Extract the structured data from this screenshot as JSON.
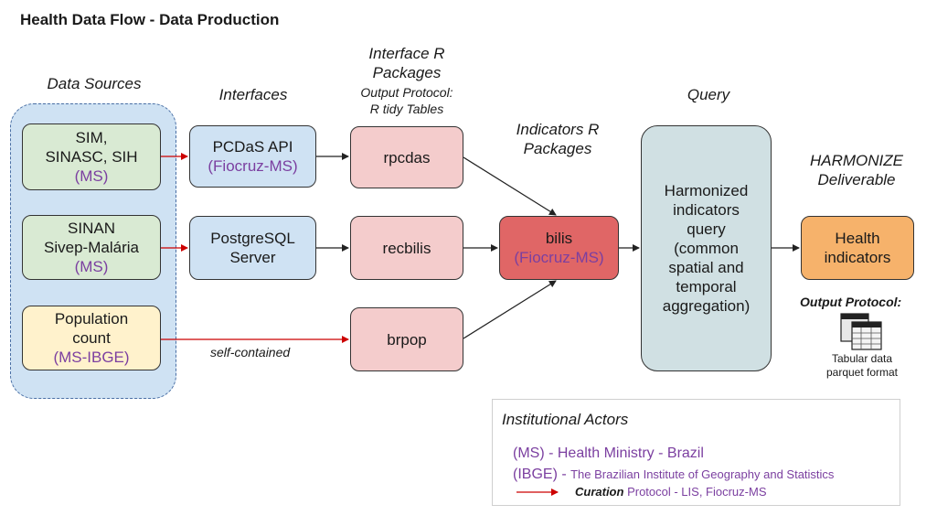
{
  "title": "Health Data Flow - Data Production",
  "columns": {
    "data_sources": "Data Sources",
    "interfaces": "Interfaces",
    "interface_r_packages": "Interface R\nPackages",
    "output_protocol_r": "Output Protocol:\nR tidy Tables",
    "indicators_r_packages": "Indicators R\nPackages",
    "query": "Query",
    "harmonize": "HARMONIZE\nDeliverable"
  },
  "sources": [
    {
      "name": "SIM,\nSINASC, SIH",
      "actor": "(MS)"
    },
    {
      "name": "SINAN\nSivep-Malária",
      "actor": "(MS)"
    },
    {
      "name": "Population\ncount",
      "actor": "(MS-IBGE)"
    }
  ],
  "interfaces": [
    {
      "name": "PCDaS API",
      "actor": "(Fiocruz-MS)"
    },
    {
      "name": "PostgreSQL\nServer",
      "actor": ""
    }
  ],
  "r_packages": [
    "rpcdas",
    "recbilis",
    "brpop"
  ],
  "self_contained_label": "self-contained",
  "indicator_package": {
    "name": "bilis",
    "actor": "(Fiocruz-MS)"
  },
  "query_box": "Harmonized\nindicators\nquery\n(common\nspatial and\ntemporal\naggregation)",
  "deliverable": "Health\nindicators",
  "output_protocol_label": "Output Protocol:",
  "output_caption": "Tabular data\nparquet format",
  "legend": {
    "title": "Institutional Actors",
    "ms_abbr": "(MS)",
    "ms_text": " - Health Ministry - Brazil",
    "ibge_abbr": "(IBGE)",
    "ibge_dash": " - ",
    "ibge_text": "The Brazilian Institute of Geography and Statistics",
    "curation_italic": "Curation",
    "curation_text": " Protocol - LIS, Fiocruz-MS"
  },
  "colors": {
    "curation_arrow": "#cc0000",
    "actor_text": "#7b3fa0",
    "source_group": "#cfe2f3",
    "bilis": "#e06666",
    "deliverable": "#f6b26b"
  }
}
